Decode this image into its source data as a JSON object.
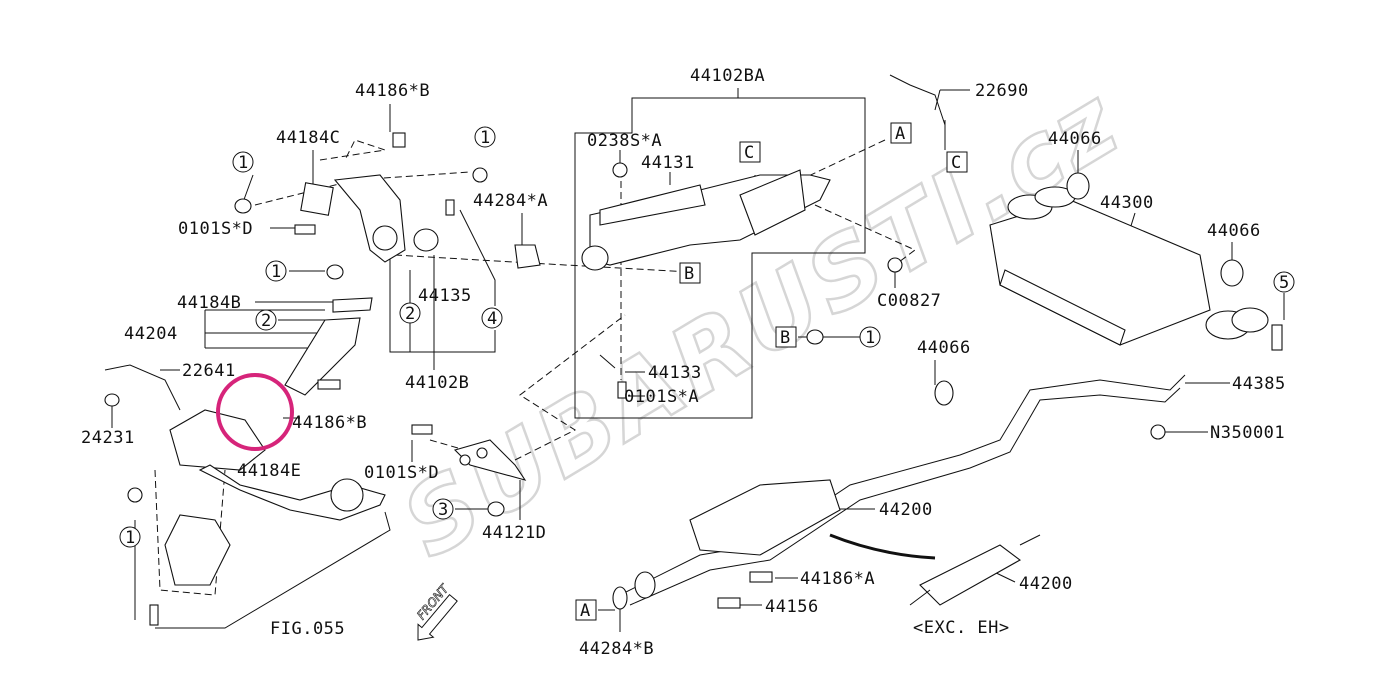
{
  "diagram": {
    "watermark": "SUBARUSTI.cz",
    "highlight_color": "#d6247a",
    "part_labels": [
      "44102BA",
      "22690",
      "44186*B",
      "44184C",
      "0238S*A",
      "44131",
      "44066",
      "44300",
      "44066",
      "0101S*D",
      "44284*A",
      "C00827",
      "44135",
      "44184B",
      "44204",
      "22641",
      "44102B",
      "44066",
      "44133",
      "0101S*A",
      "44385",
      "44186*B",
      "24231",
      "44184E",
      "0101S*D",
      "N350001",
      "44121D",
      "44200",
      "44186*A",
      "44156",
      "44200",
      "FIG.055",
      "<EXC. EH>",
      "44284*B"
    ],
    "ref_boxes": [
      "A",
      "C",
      "C",
      "B",
      "B",
      "A"
    ],
    "ref_circles": [
      "1",
      "1",
      "1",
      "1",
      "1",
      "2",
      "2",
      "4",
      "5",
      "3"
    ],
    "front_label": "FRONT"
  }
}
